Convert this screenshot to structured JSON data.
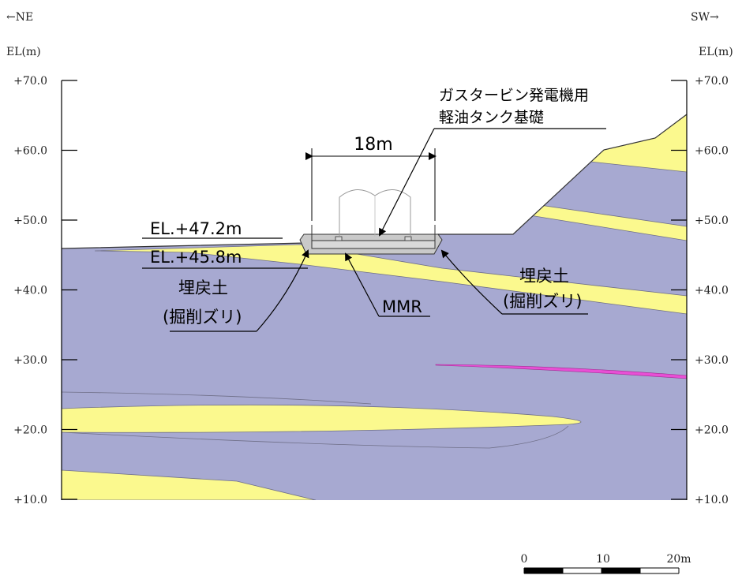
{
  "direction": {
    "left": "←NE",
    "right": "SW→"
  },
  "axis": {
    "unit_label": "EL(m)",
    "ticks": [
      "+70.0",
      "+60.0",
      "+50.0",
      "+40.0",
      "+30.0",
      "+20.0",
      "+10.0"
    ]
  },
  "labels": {
    "foundation_line1": "ガスタービン発電機用",
    "foundation_line2": "軽油タンク基礎",
    "width": "18m",
    "el_upper": "EL.+47.2m",
    "el_lower": "EL.+45.8m",
    "backfill_left_line1": "埋戻土",
    "backfill_left_line2": "(掘削ズリ)",
    "mmr": "MMR",
    "backfill_right_line1": "埋戻土",
    "backfill_right_line2": "(掘削ズリ)"
  },
  "scale_bar": {
    "ticks": [
      "0",
      "10",
      "20m"
    ]
  },
  "colors": {
    "rock": "#a7a9d1",
    "sand_layer": "#fbf98e",
    "magenta_seam": "#e84fd5",
    "concrete": "#c9c9c9",
    "outline": "#333333"
  }
}
